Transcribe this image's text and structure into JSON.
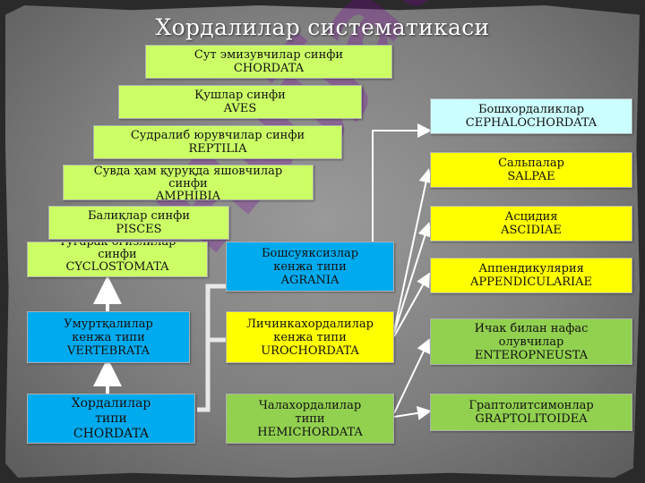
{
  "title": "Хордалилар систематикаси",
  "left_column": [
    {
      "line1": "Сут эмизувчилар синфи",
      "line2": "CHORDATA"
    },
    {
      "line1": "Қушлар синфи",
      "line2": "AVES"
    },
    {
      "line1": "Судралиб юрувчилар синфи",
      "line2": "REPTILIA"
    },
    {
      "line1": "Сувда ҳам қуруқда яшовчилар",
      "line2": "синфи",
      "line3": "AMPHIBIA"
    },
    {
      "line1": "Балиқлар синфи",
      "line2": "PISCES"
    },
    {
      "line1": "Тўгарак оғизлилар",
      "line2": "синфи",
      "line3": "CYCLOSTOMATA"
    },
    {
      "line1": "Умуртқалилар",
      "line2": "кенжа типи",
      "line3": "VERTEBRATA"
    },
    {
      "line1": "Хордалилар",
      "line2": "типи",
      "line3": "CHORDATA"
    }
  ],
  "middle_column": [
    {
      "line1": "Бошсуяксизлар",
      "line2": "кенжа типи",
      "line3": "AGRANIA"
    },
    {
      "line1": "Личинкахордалилар",
      "line2": "кенжа типи",
      "line3": "UROCHORDATA"
    },
    {
      "line1": "Чалахордалилар",
      "line2": "типи",
      "line3": "HEMICHORDATA"
    }
  ],
  "right_column": [
    {
      "line1": "Бошхордаликлар",
      "line2": "CEPHALOCHORDATA"
    },
    {
      "line1": "Сальпалар",
      "line2": "SALPAE"
    },
    {
      "line1": "Асцидия",
      "line2": "ASCIDIAE"
    },
    {
      "line1": "Аппендикулярия",
      "line2": "APPENDICULARIAE"
    },
    {
      "line1": "Ичак билан нафас",
      "line2": "олувчилар",
      "line3": "ENTEROPNEUSTA"
    },
    {
      "line1": "Граптолитсимонлар",
      "line2": "GRAPTOLITOIDEA"
    }
  ],
  "watermark": "Hujjat24",
  "colors": {
    "light_green": "#ccff66",
    "blue": "#00aaee",
    "yellow": "#ffff00",
    "green": "#92d050",
    "light_cyan": "#ccffff",
    "watermark": "#8000a0"
  }
}
